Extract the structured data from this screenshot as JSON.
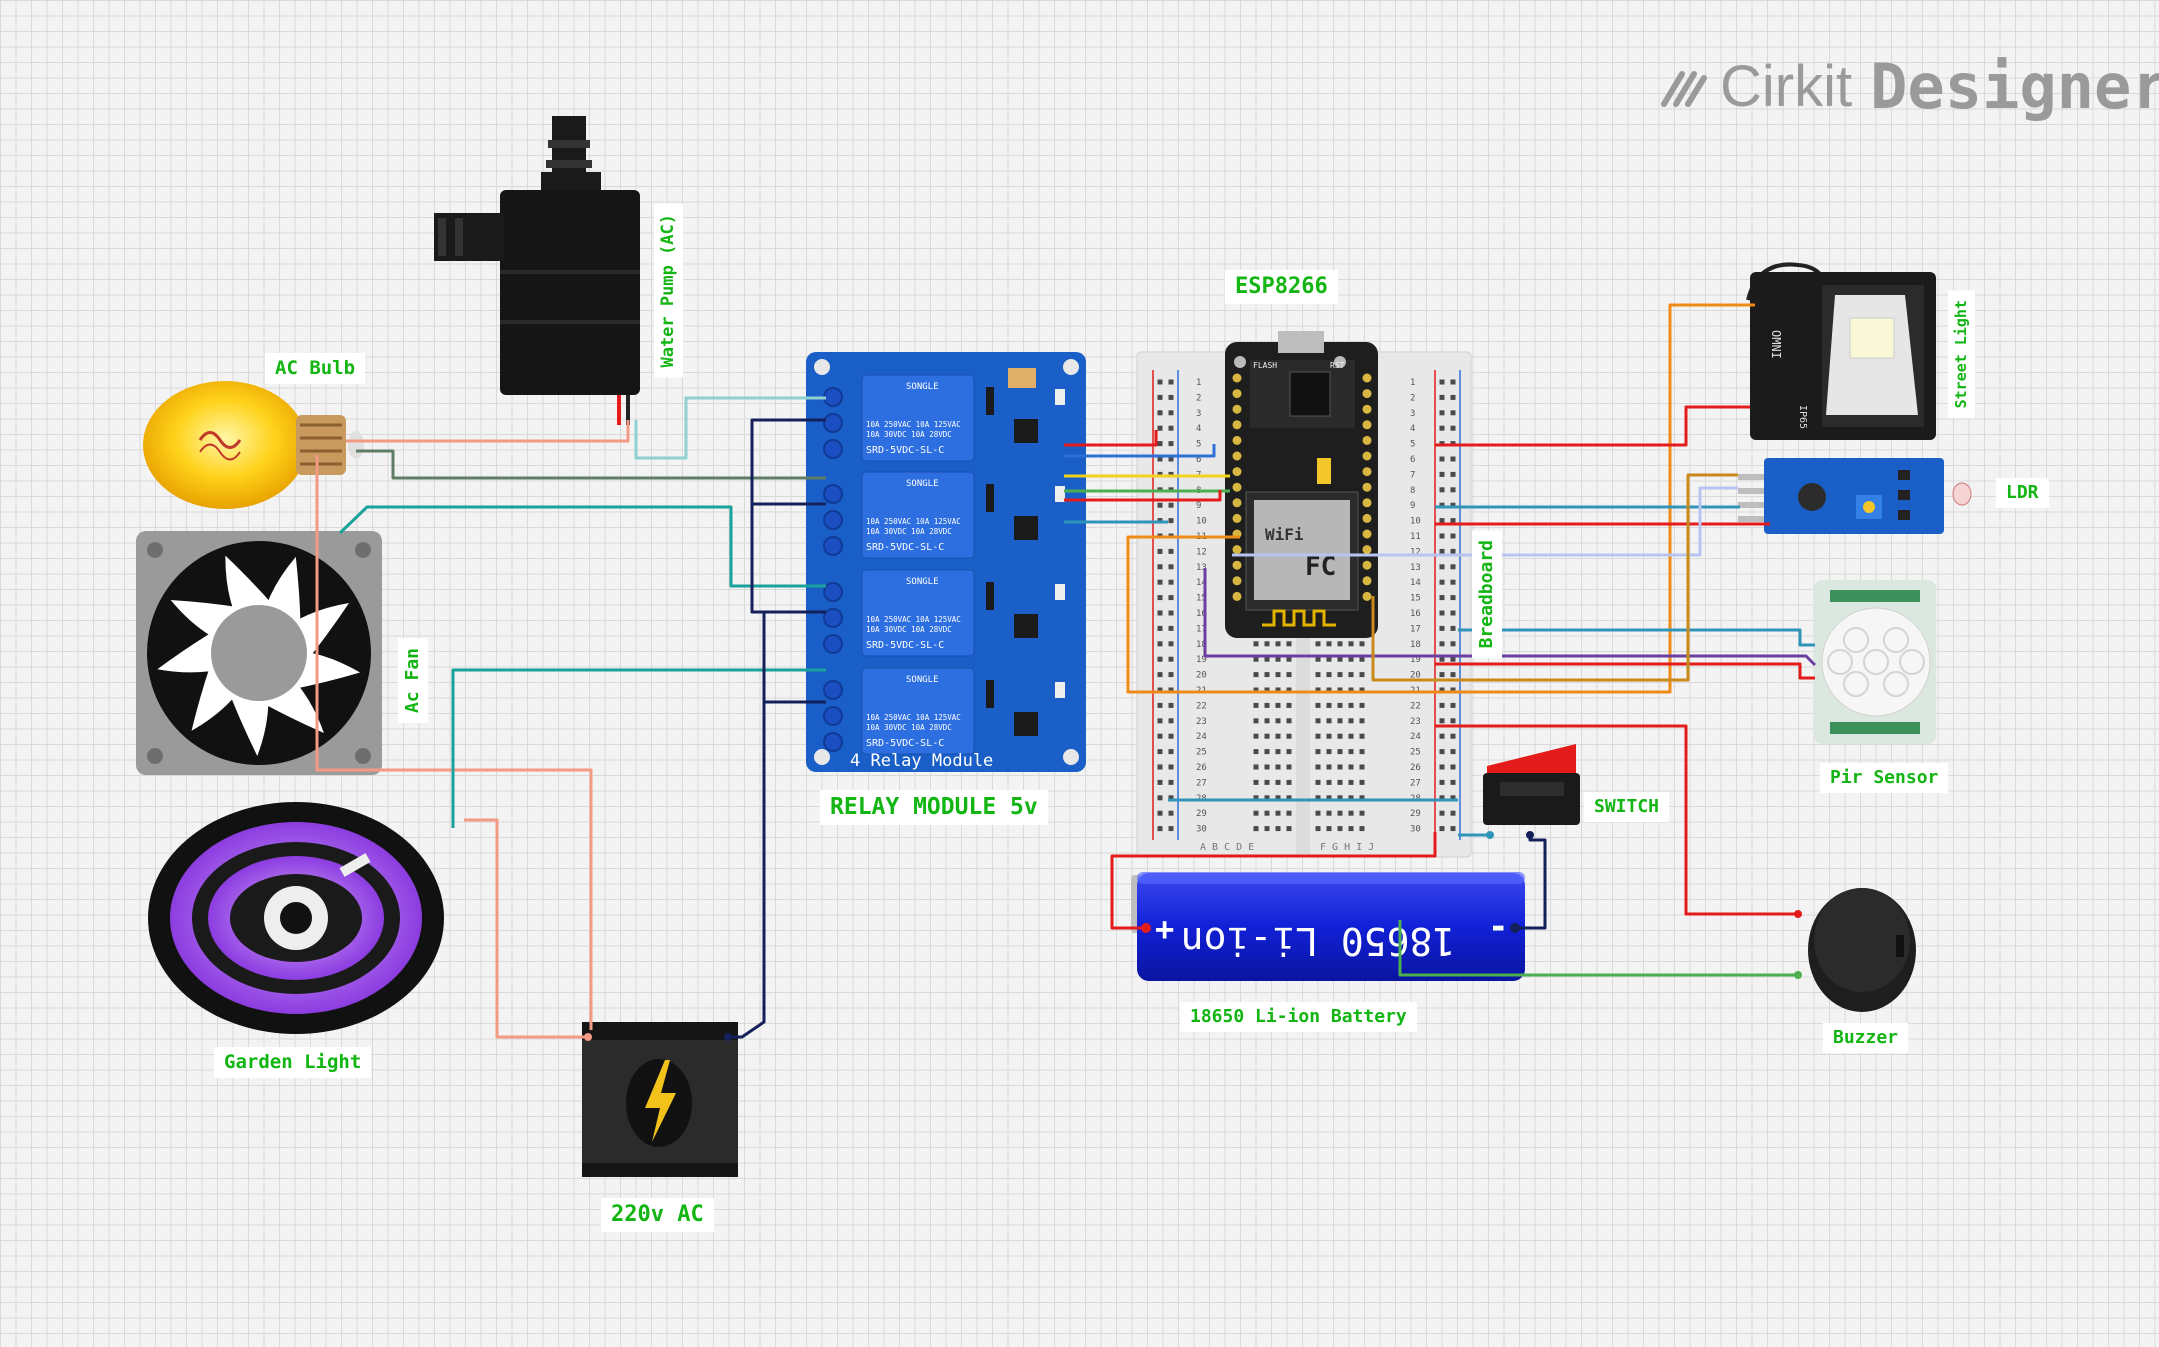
{
  "branding": {
    "logo_part1": "Cirkit",
    "logo_part2": "Designer",
    "logo_icon": "cirkit-slashes-icon"
  },
  "components": {
    "water_pump": {
      "label": "Water Pump (AC)",
      "icon": "water-pump-icon"
    },
    "ac_bulb": {
      "label": "AC Bulb",
      "icon": "light-bulb-icon"
    },
    "ac_fan": {
      "label": "Ac Fan",
      "icon": "fan-icon"
    },
    "garden_light": {
      "label": "Garden Light",
      "icon": "led-strip-icon"
    },
    "ac_source": {
      "label": "220v AC",
      "icon": "lightning-icon"
    },
    "relay": {
      "label": "RELAY MODULE 5v",
      "board_text": "4 Relay Module",
      "relay_brand": "SONGLE",
      "relay_model": "SRD-5VDC-SL-C",
      "relay_ratings": [
        "10A 250VAC  10A 125VAC",
        "10A  30VDC  10A  28VDC"
      ],
      "color": "#1a5fc8"
    },
    "esp": {
      "label": "ESP8266",
      "chip_text": "WiFi",
      "fc_text": "FC",
      "flash_text": "FLASH",
      "rst_text": "RST"
    },
    "breadboard": {
      "label": "Breadboard",
      "row_numbers": [
        "1",
        "2",
        "3",
        "4",
        "5",
        "6",
        "7",
        "8",
        "9",
        "10",
        "11",
        "12",
        "13",
        "14",
        "15",
        "16",
        "17",
        "18",
        "19",
        "20",
        "21",
        "22",
        "23",
        "24",
        "25",
        "26",
        "27",
        "28",
        "29",
        "30"
      ],
      "left_cols": "A B C D E",
      "right_cols": "F G H I J"
    },
    "battery": {
      "label": "18650 Li-ion Battery",
      "text": "18650 Li-ion",
      "plus": "+",
      "minus": "-"
    },
    "switch": {
      "label": "SWITCH",
      "icon": "rocker-switch-icon"
    },
    "street_light": {
      "label": "Street Light",
      "brand": "OMNI",
      "rating": "IP65",
      "icon": "flood-light-icon"
    },
    "ldr": {
      "label": "LDR",
      "icon": "ldr-module-icon"
    },
    "pir": {
      "label": "Pir Sensor",
      "icon": "pir-sensor-icon"
    },
    "buzzer": {
      "label": "Buzzer",
      "icon": "buzzer-icon"
    }
  },
  "wire_colors": {
    "red": "#e31b1b",
    "salmon": "#f39a85",
    "teal": "#1aa19a",
    "lightblue": "#8fd0d0",
    "navy": "#14205a",
    "darkgreen": "#5f7c66",
    "green": "#4caf50",
    "orange": "#f08a16",
    "yellow": "#f2d21a",
    "purple": "#6a3fa0",
    "gold": "#c98a1c",
    "blue": "#2f6fd8",
    "cyan": "#2f95b8",
    "lavender": "#b8c4f0"
  }
}
